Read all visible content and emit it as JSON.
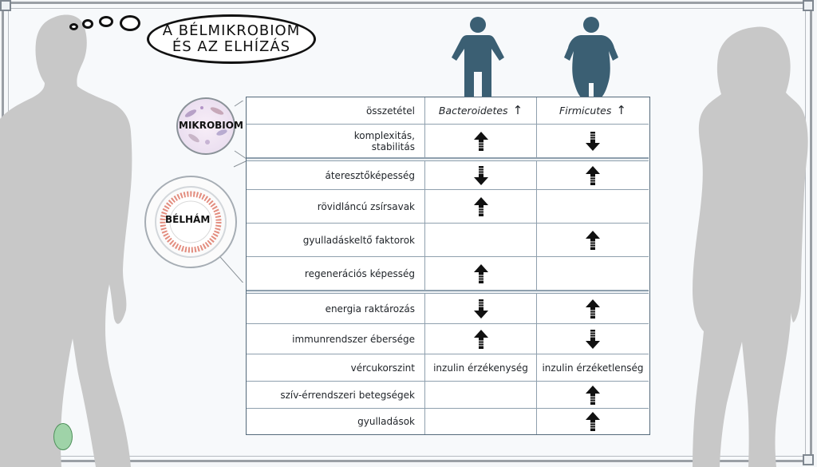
{
  "title": "A BÉLMIKROBIOM\nÉS AZ ELHÍZÁS",
  "side_labels": {
    "microbiome": "MIKROBIOM",
    "epithelium": "BÉLHÁM"
  },
  "columns": {
    "lean": "Bacteroidetes",
    "obese": "Firmicutes"
  },
  "header_label": "összetétel",
  "rows": [
    {
      "label": "komplexitás,\nstabilitás",
      "lean": "up",
      "obese": "down"
    },
    {
      "label": "áteresztőképesség",
      "lean": "down",
      "obese": "up"
    },
    {
      "label": "rövidláncú zsírsavak",
      "lean": "up",
      "obese": ""
    },
    {
      "label": "gyulladáskeltő faktorok",
      "lean": "",
      "obese": "up"
    },
    {
      "label": "regenerációs képesség",
      "lean": "up",
      "obese": ""
    },
    {
      "label": "energia raktározás",
      "lean": "down",
      "obese": "up"
    },
    {
      "label": "immunrendszer ébersége",
      "lean": "up",
      "obese": "down"
    },
    {
      "label": "vércukorszint",
      "lean_text": "inzulin érzékenység",
      "obese_text": "inzulin érzéketlenség"
    },
    {
      "label": "szív-érrendszeri betegségek",
      "lean": "",
      "obese": "up"
    },
    {
      "label": "gyulladások",
      "lean": "",
      "obese": "up"
    }
  ],
  "icons": {
    "up": "up-arrow-icon",
    "down": "down-arrow-icon",
    "header_arrow": "↑"
  },
  "badge_text": "",
  "signature": ""
}
